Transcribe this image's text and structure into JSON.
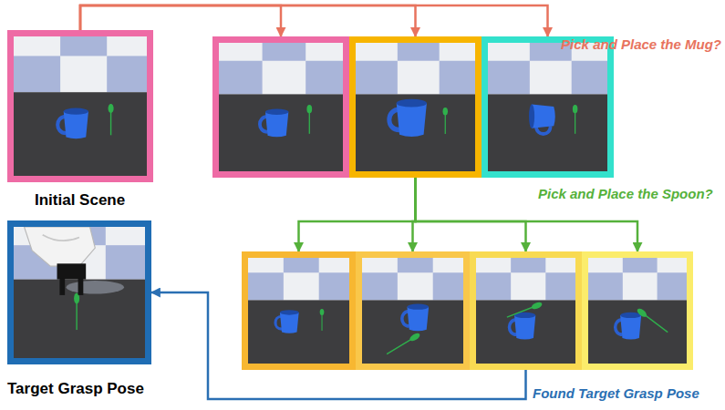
{
  "diagram": {
    "nodes": [
      {
        "text": [
          "Initial Scene"
        ]
      },
      {
        "text": []
      },
      {
        "text": []
      },
      {
        "text": []
      },
      {
        "text": []
      },
      {
        "text": []
      },
      {
        "text": []
      },
      {
        "text": []
      },
      {
        "text": [
          "Target Grasp Pose"
        ]
      }
    ],
    "edges": [
      {
        "from": 0,
        "to": 1,
        "arrow": "to"
      },
      {
        "from": 0,
        "to": 2,
        "arrow": "to"
      },
      {
        "from": 0,
        "to": 3,
        "arrow": "to"
      },
      {
        "from": 2,
        "to": 4,
        "arrow": "to"
      },
      {
        "from": 2,
        "to": 5,
        "arrow": "to"
      },
      {
        "from": 2,
        "to": 6,
        "arrow": "to"
      },
      {
        "from": 2,
        "to": 7,
        "arrow": "to"
      },
      {
        "from": 6,
        "to": 8,
        "arrow": "to"
      }
    ],
    "labels": [
      "Pick and Place the Mug?",
      "Pick and Place the Spoon?",
      "Found Target Grasp Pose"
    ]
  }
}
